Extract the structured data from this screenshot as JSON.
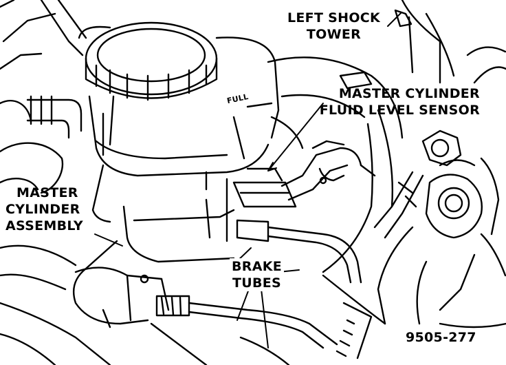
{
  "figure": {
    "labels": {
      "left_shock_tower": [
        "LEFT SHOCK",
        "TOWER"
      ],
      "fluid_level_sensor": [
        "MASTER CYLINDER",
        "FLUID LEVEL SENSOR"
      ],
      "master_cylinder_assembly": [
        "MASTER",
        "CYLINDER",
        "ASSEMBLY"
      ],
      "brake_tubes": [
        "BRAKE",
        "TUBES"
      ]
    },
    "cap_embossing": "FULL",
    "figure_number": "9505-277"
  },
  "colors": {
    "ink": "#000000",
    "paper": "#ffffff"
  }
}
